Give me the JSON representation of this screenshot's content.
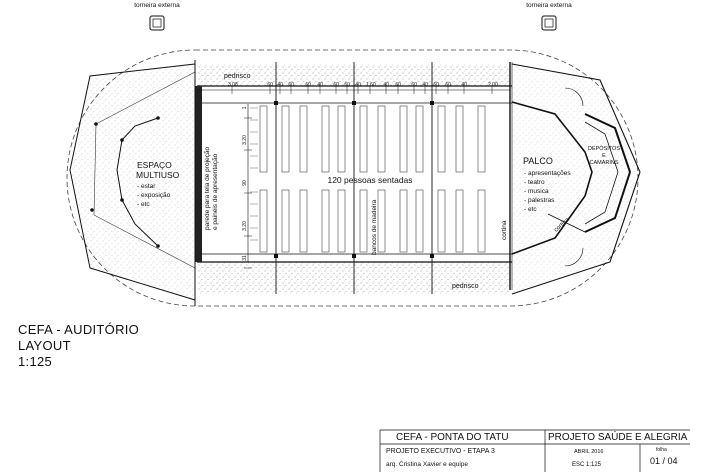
{
  "taps": {
    "left_label": "torneira externa",
    "right_label": "torneira externa"
  },
  "plan": {
    "pedrisco_top": "pedrisco",
    "pedrisco_bottom": "pedrisco",
    "dims_top": [
      "3.08",
      ".60",
      ".40",
      ".60",
      ".60",
      ".40",
      ".60",
      ".60",
      ".40",
      "1.60",
      ".40",
      ".60",
      ".60",
      ".40",
      ".60",
      ".60",
      ".40",
      "2.00"
    ],
    "dims_side": [
      "1",
      "3.20",
      "90",
      "3.20",
      "31"
    ],
    "wall_text_1": "parede para tela de projeção",
    "wall_text_2": "e painéis de apresentação",
    "center_label": "120 pessoas sentadas",
    "bench_label": "bancos de madeira",
    "cortina_left": "cortina",
    "cortina_right": "cortina",
    "multiuso": {
      "title_1": "ESPAÇO",
      "title_2": "MULTIUSO",
      "items": [
        "- estar",
        "- exposição",
        "- etc"
      ]
    },
    "palco": {
      "title": "PALCO",
      "items": [
        "- apresentações",
        "- teatro",
        "- musica",
        "- palestras",
        "- etc"
      ]
    },
    "depositos": [
      "DEPÓSITOS",
      "E",
      "CAMARINS"
    ]
  },
  "title": {
    "line1": "CEFA - AUDITÓRIO",
    "line2": "LAYOUT",
    "line3": "1:125"
  },
  "titlebox": {
    "location": "CEFA  -  PONTA DO TATU",
    "project": "PROJETO SAÚDE E ALEGRIA",
    "phase": "PROJETO EXECUTIVO - ETAPA 3",
    "date": "ABRIL 2016",
    "sheet_label": "folha",
    "author": "arq. Cristina Xavier e equipe",
    "scale": "ESC 1:125",
    "sheet": "01 / 04"
  }
}
